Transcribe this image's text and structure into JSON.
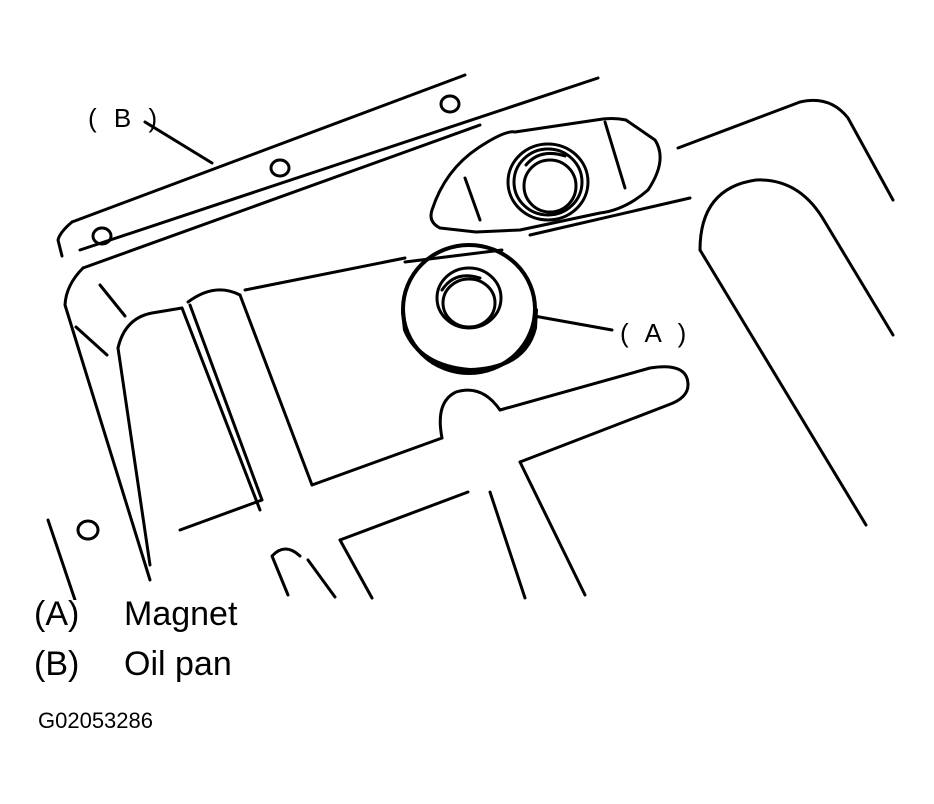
{
  "diagram": {
    "callouts": {
      "a": "( A )",
      "b": "( B )"
    },
    "parts": [
      {
        "key": "(A)",
        "name": "Magnet"
      },
      {
        "key": "(B)",
        "name": "Oil pan"
      }
    ],
    "figure_id": "G02053286"
  }
}
